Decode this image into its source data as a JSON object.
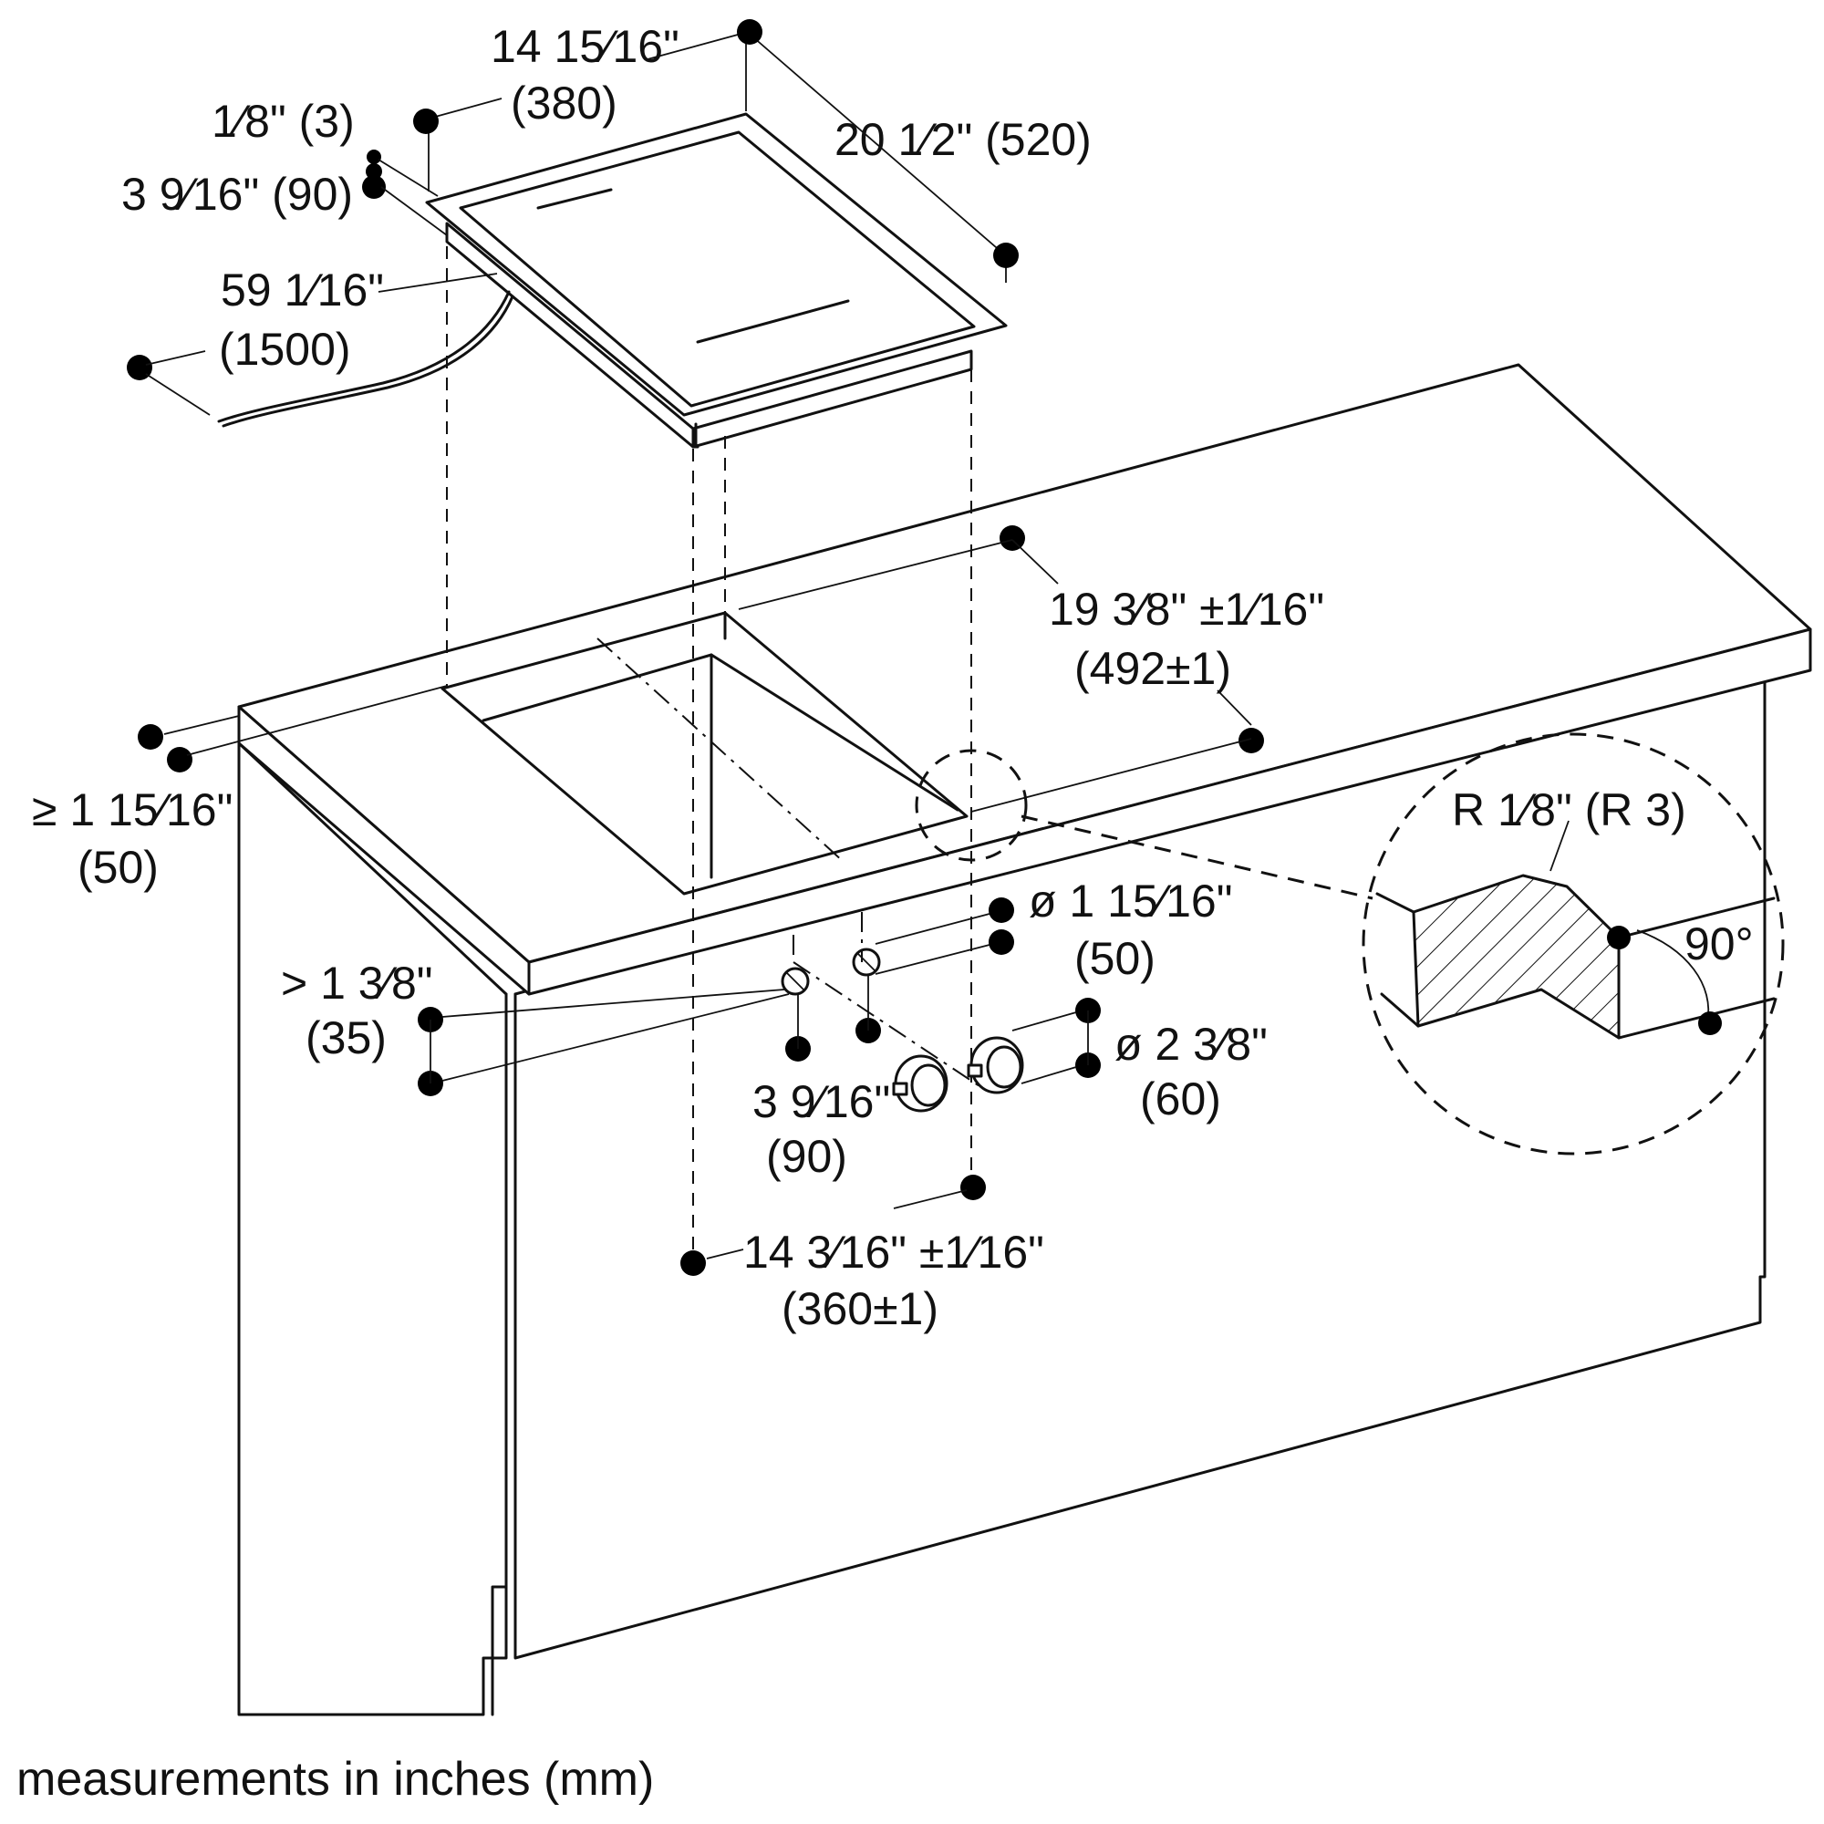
{
  "labels": {
    "width_front": "14 15⁄16\"",
    "width_front_mm": "(380)",
    "depth": "20 1⁄2\" (520)",
    "frame_thickness": "1⁄8\" (3)",
    "unit_height": "3 9⁄16\" (90)",
    "cable_length": "59 1⁄16\"",
    "cable_length_mm": "(1500)",
    "cutout_depth": "19 3⁄8\" ±1⁄16\"",
    "cutout_depth_mm": "(492±1)",
    "edge_distance": "≥ 1 15⁄16\"",
    "edge_distance_mm": "(50)",
    "hole_diameter": "ø 1 15⁄16\"",
    "hole_diameter_mm": "(50)",
    "hole_offset": "> 1 3⁄8\"",
    "hole_offset_mm": "(35)",
    "knob_diameter": "ø 2 3⁄8\"",
    "knob_diameter_mm": "(60)",
    "knob_spacing": "3 9⁄16\"",
    "knob_spacing_mm": "(90)",
    "cutout_width": "14 3⁄16\" ±1⁄16\"",
    "cutout_width_mm": "(360±1)",
    "radius": "R 1⁄8\" (R 3)",
    "angle": "90°",
    "footer": "measurements in inches (mm)"
  }
}
